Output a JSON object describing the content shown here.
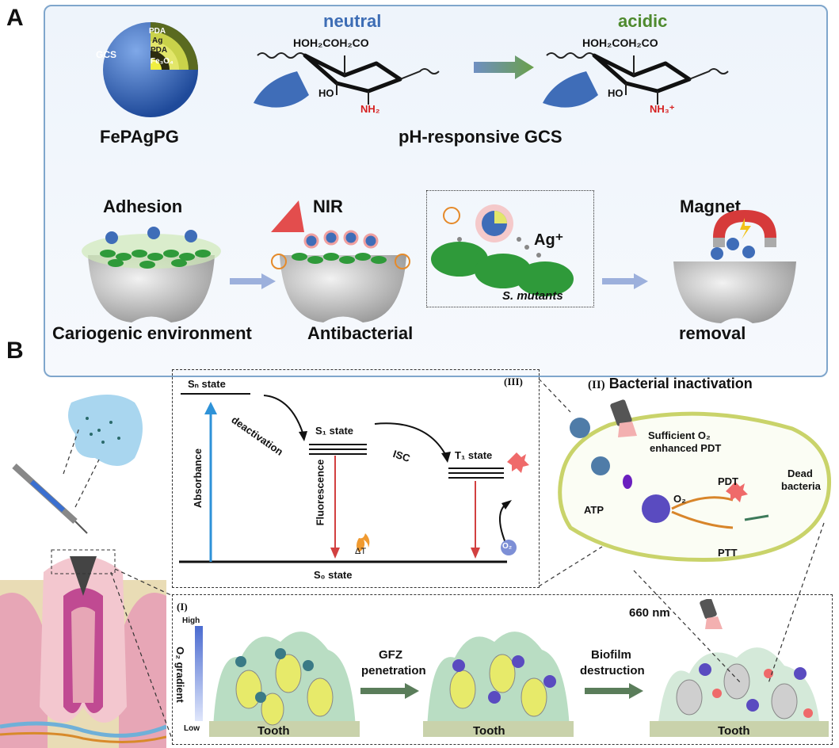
{
  "panel_a": {
    "letter": "A",
    "nanoparticle_name": "FePAgPG",
    "layers": [
      "GCS",
      "PDA",
      "Ag",
      "PDA",
      "Fe₃O₄"
    ],
    "neutral_label": "neutral",
    "acidic_label": "acidic",
    "chain_group": "HOH₂COH₂CO",
    "hydroxyl": "HO",
    "amine_neutral": "NH₂",
    "amine_acidic": "NH₃⁺",
    "ph_caption": "pH-responsive GCS",
    "adhesion": "Adhesion",
    "nir": "NIR",
    "ag_ion": "Ag⁺",
    "bacteria_name": "S. mutants",
    "magnet": "Magnet",
    "cariogenic": "Cariogenic environment",
    "antibacterial": "Antibacterial",
    "removal": "removal"
  },
  "panel_b": {
    "letter": "B",
    "jablonski": {
      "tag": "(III)",
      "sn": "Sₙ state",
      "s1": "S₁ state",
      "t1": "T₁ state",
      "s0": "S₀ state",
      "deactivation": "deactivation",
      "isc": "ISC",
      "absorbance": "Absorbance",
      "fluorescence": "Fluorescence",
      "delta_t": "ΔT",
      "o2": "O₂"
    },
    "inactivation": {
      "tag": "(II)",
      "title": "Bacterial inactivation",
      "sufficient": "Sufficient O₂",
      "enhanced": "enhanced PDT",
      "o2": "O₂",
      "pdt": "PDT",
      "ptt": "PTT",
      "atp": "ATP",
      "dead1": "Dead",
      "dead2": "bacteria"
    },
    "biofilm": {
      "tag": "(I)",
      "wavelength": "660 nm",
      "gradient": "O₂ gradient",
      "high": "High",
      "low": "Low",
      "gfz1": "GFZ",
      "gfz2": "penetration",
      "bio1": "Biofilm",
      "bio2": "destruction",
      "tooth": "Tooth"
    }
  },
  "colors": {
    "blue_sphere": "#3f6db8",
    "neutral_text": "#3d6db5",
    "acidic_text": "#4e8a2e",
    "amine_red": "#d62020",
    "bacteria_green": "#2f9a3a",
    "arrow_green": "#5a7d5a",
    "oval_yellow": "#c9d36a"
  }
}
